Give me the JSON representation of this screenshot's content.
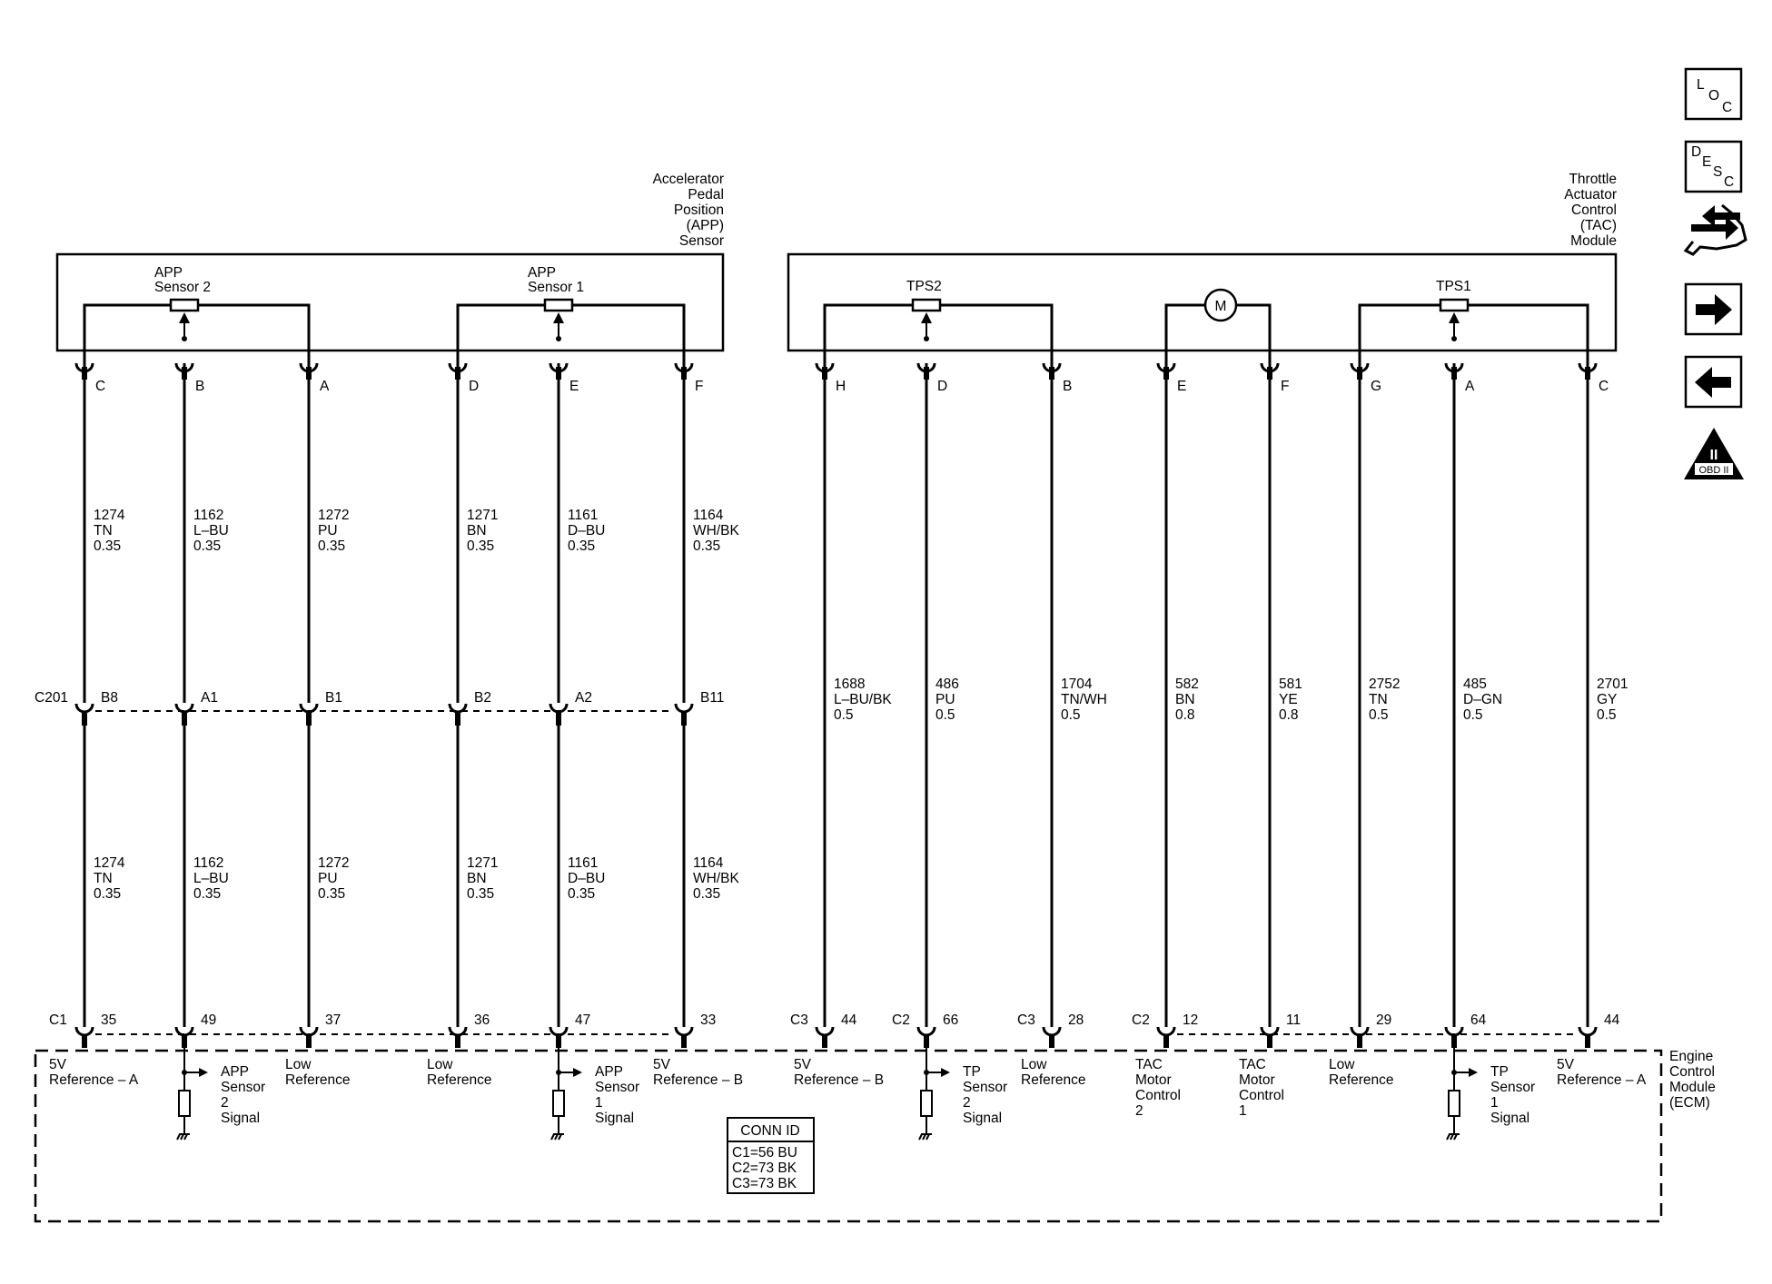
{
  "components": {
    "app_sensor_title": [
      "Accelerator",
      "Pedal",
      "Position",
      "(APP)",
      "Sensor"
    ],
    "tac_module_title": [
      "Throttle",
      "Actuator",
      "Control",
      "(TAC)",
      "Module"
    ],
    "ecm_title": [
      "Engine",
      "Control",
      "Module",
      "(ECM)"
    ],
    "app_sensor2_label": [
      "APP",
      "Sensor 2"
    ],
    "app_sensor1_label": [
      "APP",
      "Sensor 1"
    ],
    "tps2_label": "TPS2",
    "tps1_label": "TPS1",
    "motor_label": "M"
  },
  "connectors": {
    "inline": "C201",
    "ecm_c1": "C1",
    "ecm_c2": "C2",
    "ecm_c3": "C3"
  },
  "circuits": [
    {
      "comp_pin": "C",
      "inline_pin": "B8",
      "ecm_conn": "C1",
      "ecm_pin": "35",
      "wire_upper": [
        "1274",
        "TN",
        "0.35"
      ],
      "wire_lower": [
        "1274",
        "TN",
        "0.35"
      ],
      "ecm_label": [
        "5V",
        "Reference – A"
      ]
    },
    {
      "comp_pin": "B",
      "inline_pin": "A1",
      "ecm_conn": "",
      "ecm_pin": "49",
      "wire_upper": [
        "1162",
        "L–BU",
        "0.35"
      ],
      "wire_lower": [
        "1162",
        "L–BU",
        "0.35"
      ],
      "ecm_label": [
        "APP",
        "Sensor",
        "2",
        "Signal"
      ]
    },
    {
      "comp_pin": "A",
      "inline_pin": "B1",
      "ecm_conn": "",
      "ecm_pin": "37",
      "wire_upper": [
        "1272",
        "PU",
        "0.35"
      ],
      "wire_lower": [
        "1272",
        "PU",
        "0.35"
      ],
      "ecm_label": [
        "Low",
        "Reference"
      ]
    },
    {
      "comp_pin": "D",
      "inline_pin": "B2",
      "ecm_conn": "",
      "ecm_pin": "36",
      "wire_upper": [
        "1271",
        "BN",
        "0.35"
      ],
      "wire_lower": [
        "1271",
        "BN",
        "0.35"
      ],
      "ecm_label": [
        "Low",
        "Reference"
      ]
    },
    {
      "comp_pin": "E",
      "inline_pin": "A2",
      "ecm_conn": "",
      "ecm_pin": "47",
      "wire_upper": [
        "1161",
        "D–BU",
        "0.35"
      ],
      "wire_lower": [
        "1161",
        "D–BU",
        "0.35"
      ],
      "ecm_label": [
        "APP",
        "Sensor",
        "1",
        "Signal"
      ]
    },
    {
      "comp_pin": "F",
      "inline_pin": "B11",
      "ecm_conn": "",
      "ecm_pin": "33",
      "wire_upper": [
        "1164",
        "WH/BK",
        "0.35"
      ],
      "wire_lower": [
        "1164",
        "WH/BK",
        "0.35"
      ],
      "ecm_label": [
        "5V",
        "Reference – B"
      ]
    },
    {
      "comp_pin": "H",
      "inline_pin": "",
      "ecm_conn": "C3",
      "ecm_pin": "44",
      "wire_upper": [
        "1688",
        "L–BU/BK",
        "0.5"
      ],
      "wire_lower": [],
      "ecm_label": [
        "5V",
        "Reference – B"
      ]
    },
    {
      "comp_pin": "D",
      "inline_pin": "",
      "ecm_conn": "C2",
      "ecm_pin": "66",
      "wire_upper": [
        "486",
        "PU",
        "0.5"
      ],
      "wire_lower": [],
      "ecm_label": [
        "TP",
        "Sensor",
        "2",
        "Signal"
      ]
    },
    {
      "comp_pin": "B",
      "inline_pin": "",
      "ecm_conn": "C3",
      "ecm_pin": "28",
      "wire_upper": [
        "1704",
        "TN/WH",
        "0.5"
      ],
      "wire_lower": [],
      "ecm_label": [
        "Low",
        "Reference"
      ]
    },
    {
      "comp_pin": "E",
      "inline_pin": "",
      "ecm_conn": "C2",
      "ecm_pin": "12",
      "wire_upper": [
        "582",
        "BN",
        "0.8"
      ],
      "wire_lower": [],
      "ecm_label": [
        "TAC",
        "Motor",
        "Control",
        "2"
      ]
    },
    {
      "comp_pin": "F",
      "inline_pin": "",
      "ecm_conn": "",
      "ecm_pin": "11",
      "wire_upper": [
        "581",
        "YE",
        "0.8"
      ],
      "wire_lower": [],
      "ecm_label": [
        "TAC",
        "Motor",
        "Control",
        "1"
      ]
    },
    {
      "comp_pin": "G",
      "inline_pin": "",
      "ecm_conn": "",
      "ecm_pin": "29",
      "wire_upper": [
        "2752",
        "TN",
        "0.5"
      ],
      "wire_lower": [],
      "ecm_label": [
        "Low",
        "Reference"
      ]
    },
    {
      "comp_pin": "A",
      "inline_pin": "",
      "ecm_conn": "",
      "ecm_pin": "64",
      "wire_upper": [
        "485",
        "D–GN",
        "0.5"
      ],
      "wire_lower": [],
      "ecm_label": [
        "TP",
        "Sensor",
        "1",
        "Signal"
      ]
    },
    {
      "comp_pin": "C",
      "inline_pin": "",
      "ecm_conn": "",
      "ecm_pin": "44",
      "wire_upper": [
        "2701",
        "GY",
        "0.5"
      ],
      "wire_lower": [],
      "ecm_label": [
        "5V",
        "Reference – A"
      ]
    }
  ],
  "conn_id_table": {
    "header": "CONN ID",
    "rows": [
      "C1=56 BU",
      "C2=73 BK",
      "C3=73 BK"
    ]
  },
  "nav_icons": {
    "loc": [
      "L",
      "O",
      "C"
    ],
    "desc": [
      "D",
      "E",
      "S",
      "C"
    ],
    "obd_roman": "II",
    "obd_text": "OBD II",
    "icons": [
      "location-icon",
      "description-icon",
      "connector-end-view-icon",
      "next-page-icon",
      "previous-page-icon",
      "obd2-icon"
    ]
  }
}
